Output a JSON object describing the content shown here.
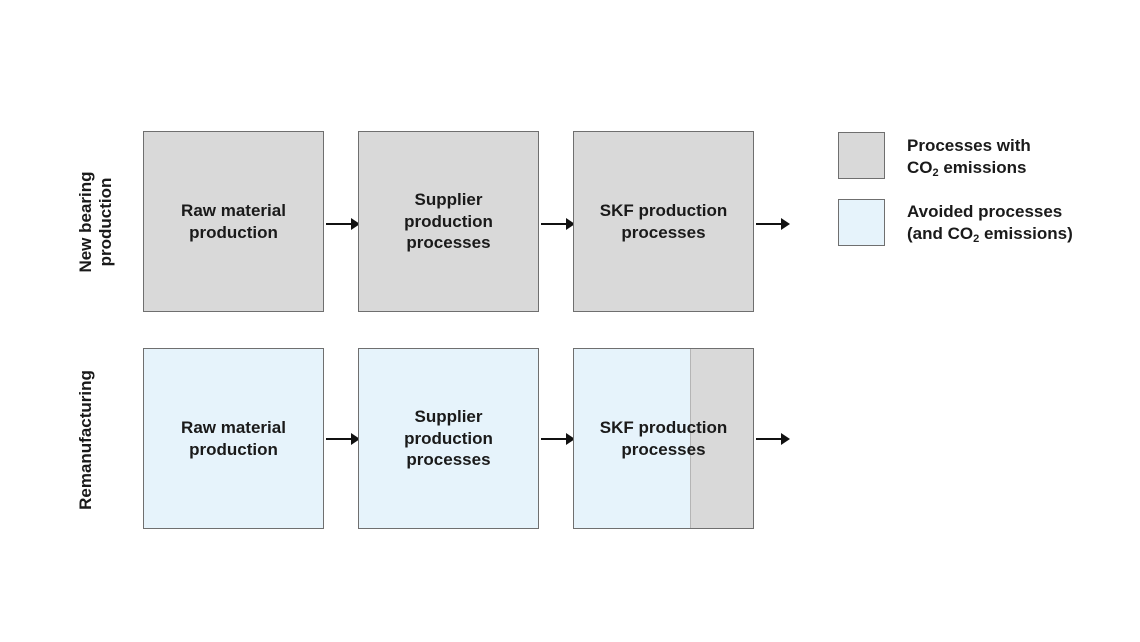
{
  "rows": [
    {
      "label_lines": [
        "New bearing",
        "production"
      ],
      "boxes": [
        {
          "lines": [
            "Raw material",
            "production"
          ],
          "style": "grey"
        },
        {
          "lines": [
            "Supplier",
            "production",
            "processes"
          ],
          "style": "grey"
        },
        {
          "lines": [
            "SKF production",
            "processes"
          ],
          "style": "grey"
        }
      ]
    },
    {
      "label_lines": [
        "Remanufacturing"
      ],
      "boxes": [
        {
          "lines": [
            "Raw material",
            "production"
          ],
          "style": "blue"
        },
        {
          "lines": [
            "Supplier",
            "production",
            "processes"
          ],
          "style": "blue"
        },
        {
          "lines": [
            "SKF production",
            "processes"
          ],
          "style": "blue-partial-grey"
        }
      ]
    }
  ],
  "legend": [
    {
      "line1": "Processes with",
      "line2_pre": "CO",
      "line2_sub": "2",
      "line2_post": " emissions",
      "color": "#d9d9d9"
    },
    {
      "line1": "Avoided processes",
      "line2_pre": "(and CO",
      "line2_sub": "2",
      "line2_post": " emissions)",
      "color": "#e6f3fb"
    }
  ],
  "colors": {
    "grey": "#d9d9d9",
    "light_blue": "#e6f3fb",
    "border": "#6f6f6f",
    "arrow": "#111111"
  }
}
